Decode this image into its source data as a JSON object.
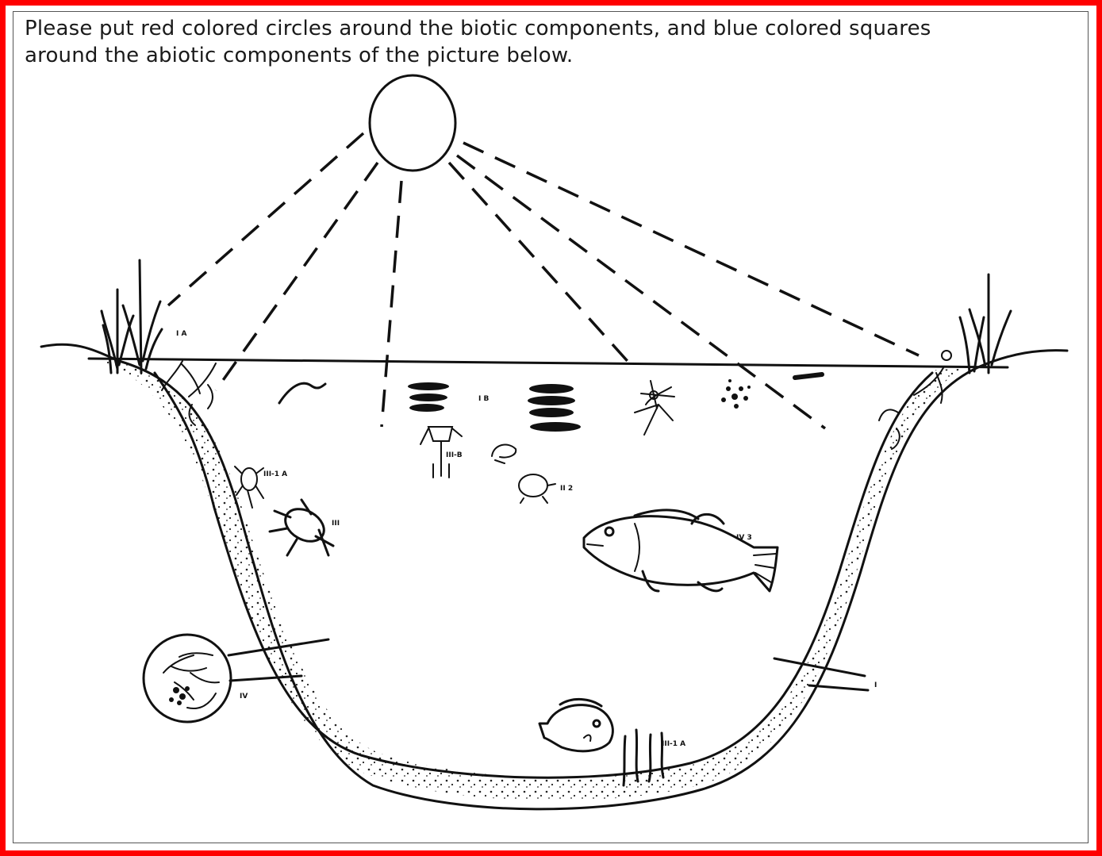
{
  "instruction": {
    "line1": "Please put red colored circles around the biotic components, and blue colored squares",
    "line2": "around the abiotic components of the picture below."
  },
  "labels": {
    "shore_left": "I A",
    "surface_algae": "I B",
    "insect_larva": "III-B",
    "small_crustacean": "II 2",
    "water_mite": "III-1 A",
    "beetle": "III",
    "bass": "IV 3",
    "sediment_inset": "IV",
    "shore_right": "I",
    "bottom_worms": "III-1 A"
  },
  "colors": {
    "frame_border": "#ff0000",
    "inner_border": "#555555",
    "ink": "#111111",
    "background": "#ffffff"
  },
  "icons": [
    "sun-icon",
    "sunlight-ray-icon",
    "cattail-plant-icon",
    "fish-icon",
    "beetle-icon",
    "plankton-icon",
    "worm-icon"
  ]
}
